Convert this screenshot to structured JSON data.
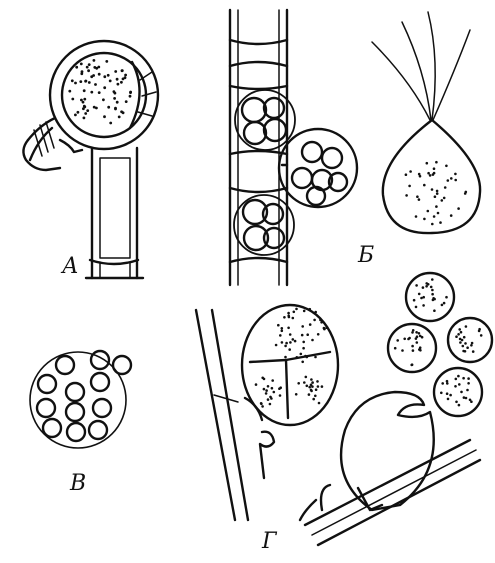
{
  "figure": {
    "panels": [
      {
        "id": "A",
        "label": "А"
      },
      {
        "id": "B",
        "label": "Б"
      },
      {
        "id": "V",
        "label": "В"
      },
      {
        "id": "G",
        "label": "Г"
      }
    ]
  }
}
